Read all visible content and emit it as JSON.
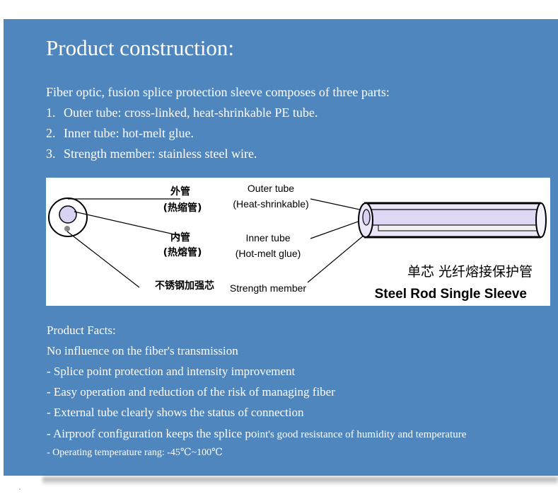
{
  "title": "Product construction:",
  "intro": "Fiber optic, fusion splice protection sleeve composes of three parts:",
  "parts": [
    {
      "num": "1.",
      "text": "Outer tube: cross-linked, heat-shrinkable PE tube."
    },
    {
      "num": "2.",
      "text": "Inner tube: hot-melt glue."
    },
    {
      "num": "3.",
      "text": "Strength member: stainless steel wire."
    }
  ],
  "diagram": {
    "outer_cn": "外管",
    "outer_cn_sub": "(热缩管)",
    "outer_en": "Outer tube",
    "outer_en_sub": "(Heat-shrinkable)",
    "inner_cn": "内管",
    "inner_cn_sub": "(热熔管)",
    "inner_en": "Inner tube",
    "inner_en_sub": "(Hot-melt glue)",
    "strength_cn": "不锈钢加强芯",
    "strength_en": "Strength member",
    "product_cn": "单芯 光纤熔接保护管",
    "product_en": "Steel Rod Single  Sleeve"
  },
  "facts": {
    "title": "Product Facts:",
    "lines": [
      "No influence on the fiber's transmission",
      "- Splice point protection and intensity improvement",
      "- Easy operation and reduction of the risk of managing fiber",
      "- External tube clearly shows the status of connection"
    ],
    "airproof_main": "- Airproof configuration keeps the splice po",
    "airproof_tail": "int's good resistance of humidity and temperature",
    "temperature": "- Operating temperature rang: -45℃~100℃"
  },
  "colors": {
    "panel": "#4f86bd",
    "text": "#ffffff",
    "tube_fill": "#ded8f4"
  }
}
